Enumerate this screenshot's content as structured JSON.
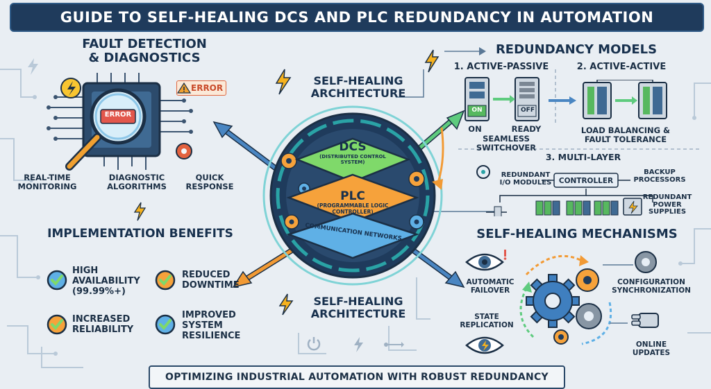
{
  "title": "GUIDE TO SELF-HEALING DCS AND PLC REDUNDANCY IN AUTOMATION",
  "footer": "OPTIMIZING INDUSTRIAL AUTOMATION WITH ROBUST REDUNDANCY",
  "fault_detection": {
    "heading_line1": "FAULT DETECTION",
    "heading_line2": "& DIAGNOSTICS",
    "error_badge": "ERROR",
    "magnifier_error": "ERROR",
    "items": [
      {
        "line1": "REAL-TIME",
        "line2": "MONITORING"
      },
      {
        "line1": "DIAGNOSTIC",
        "line2": "ALGORITHMS"
      },
      {
        "line1": "QUICK",
        "line2": "RESPONSE"
      }
    ]
  },
  "center": {
    "top_label_line1": "SELF-HEALING",
    "top_label_line2": "ARCHITECTURE",
    "bottom_label_line1": "SELF-HEALING",
    "bottom_label_line2": "ARCHITECTURE",
    "layers": [
      {
        "name": "DCS",
        "sub": "(DISTRIBUTED CONTROL SYSTEM)",
        "color": "#7fd96a"
      },
      {
        "name": "PLC",
        "sub_line1": "(PROGRAMMABLE LOGIC",
        "sub_line2": "CONTROLLER)",
        "color": "#f6a23b"
      },
      {
        "name": "COMMUNICATION NETWORKS",
        "color": "#5fb0e6"
      }
    ]
  },
  "redundancy": {
    "heading": "REDUNDANCY MODELS",
    "active_passive": {
      "title": "1. ACTIVE-PASSIVE",
      "on_label": "ON",
      "off_label": "OFF",
      "caption_on": "ON",
      "caption_ready": "READY",
      "caption_line1": "SEAMLESS",
      "caption_line2": "SWITCHOVER"
    },
    "active_active": {
      "title": "2. ACTIVE-ACTIVE",
      "caption_line1": "LOAD BALANCING &",
      "caption_line2": "FAULT TOLERANCE"
    },
    "multi_layer": {
      "title": "3. MULTI-LAYER",
      "io_line1": "REDUNDANT",
      "io_line2": "I/O MODULES",
      "controller": "CONTROLLER",
      "backup_line1": "BACKUP",
      "backup_line2": "PROCESSORS",
      "power_line1": "REDUNDANT",
      "power_line2": "POWER",
      "power_line3": "SUPPLIES"
    }
  },
  "benefits": {
    "heading": "IMPLEMENTATION BENEFITS",
    "items": [
      {
        "line1": "HIGH",
        "line2": "AVAILABILITY",
        "line3": "(99.99%+)"
      },
      {
        "line1": "REDUCED",
        "line2": "DOWNTIME"
      },
      {
        "line1": "INCREASED",
        "line2": "RELIABILITY"
      },
      {
        "line1": "IMPROVED",
        "line2": "SYSTEM",
        "line3": "RESILIENCE"
      }
    ]
  },
  "mechanisms": {
    "heading": "SELF-HEALING MECHANISMS",
    "failover_line1": "AUTOMATIC",
    "failover_line2": "FAILOVER",
    "config_line1": "CONFIGURATION",
    "config_line2": "SYNCHRONIZATION",
    "state_line1": "STATE",
    "state_line2": "REPLICATION",
    "online_line1": "ONLINE",
    "online_line2": "UPDATES"
  },
  "colors": {
    "navy": "#1f3b5c",
    "green": "#7fd96a",
    "orange": "#f6a23b",
    "blue": "#5fb0e6",
    "teal": "#2aa3a6"
  }
}
